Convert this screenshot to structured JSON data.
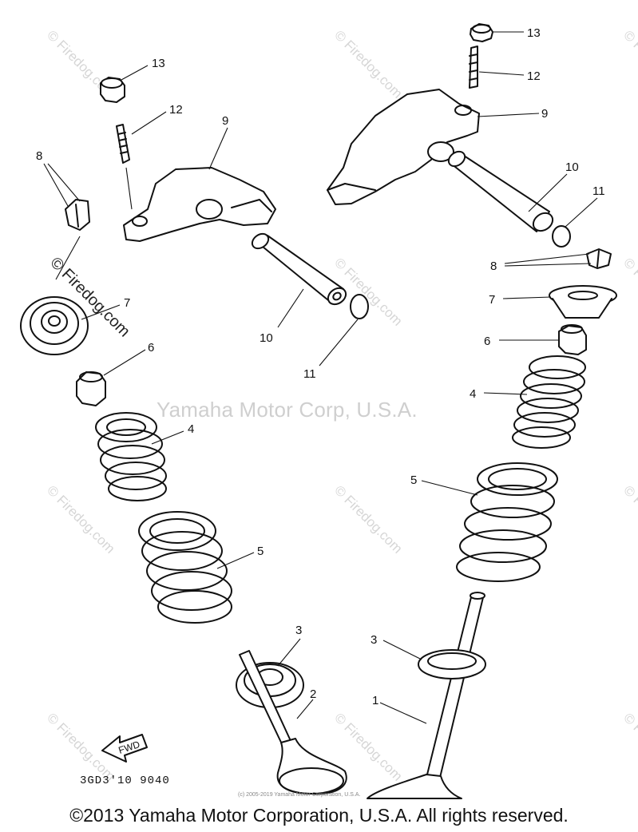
{
  "watermark": {
    "center_text": "Yamaha Motor Corp, U.S.A.",
    "site_text": "© Firedog.com"
  },
  "fwd_label": "FWD",
  "diagram_code": "3GD3'10 9040",
  "tiny_notice": "(c) 2005-2019 Yamaha Motor Corporation, U.S.A.",
  "copyright": "©2013 Yamaha Motor Corporation, U.S.A. All rights reserved.",
  "callouts": {
    "left_13": "13",
    "left_12": "12",
    "left_9": "9",
    "left_8": "8",
    "left_7": "7",
    "left_6": "6",
    "left_10": "10",
    "left_11": "11",
    "left_4": "4",
    "left_5": "5",
    "left_3": "3",
    "left_2": "2",
    "right_13": "13",
    "right_12": "12",
    "right_9": "9",
    "right_10": "10",
    "right_11": "11",
    "right_8": "8",
    "right_7": "7",
    "right_6": "6",
    "right_4": "4",
    "right_5": "5",
    "right_3": "3",
    "right_1": "1"
  }
}
